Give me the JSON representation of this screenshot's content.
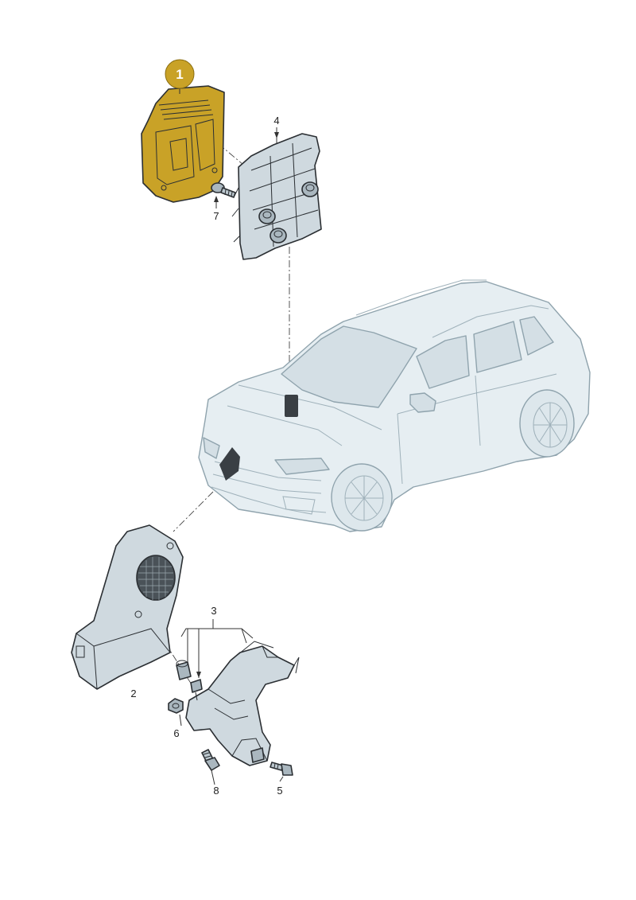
{
  "diagram": {
    "highlight_color": "#c9a227",
    "part_fill": "#cfd9df",
    "car_fill": "#e6eef2",
    "labels": [
      {
        "id": "1",
        "text": "1",
        "highlighted": true
      },
      {
        "id": "2",
        "text": "2"
      },
      {
        "id": "3",
        "text": "3"
      },
      {
        "id": "4",
        "text": "4"
      },
      {
        "id": "5",
        "text": "5"
      },
      {
        "id": "6",
        "text": "6"
      },
      {
        "id": "7",
        "text": "7"
      },
      {
        "id": "8",
        "text": "8"
      }
    ]
  }
}
